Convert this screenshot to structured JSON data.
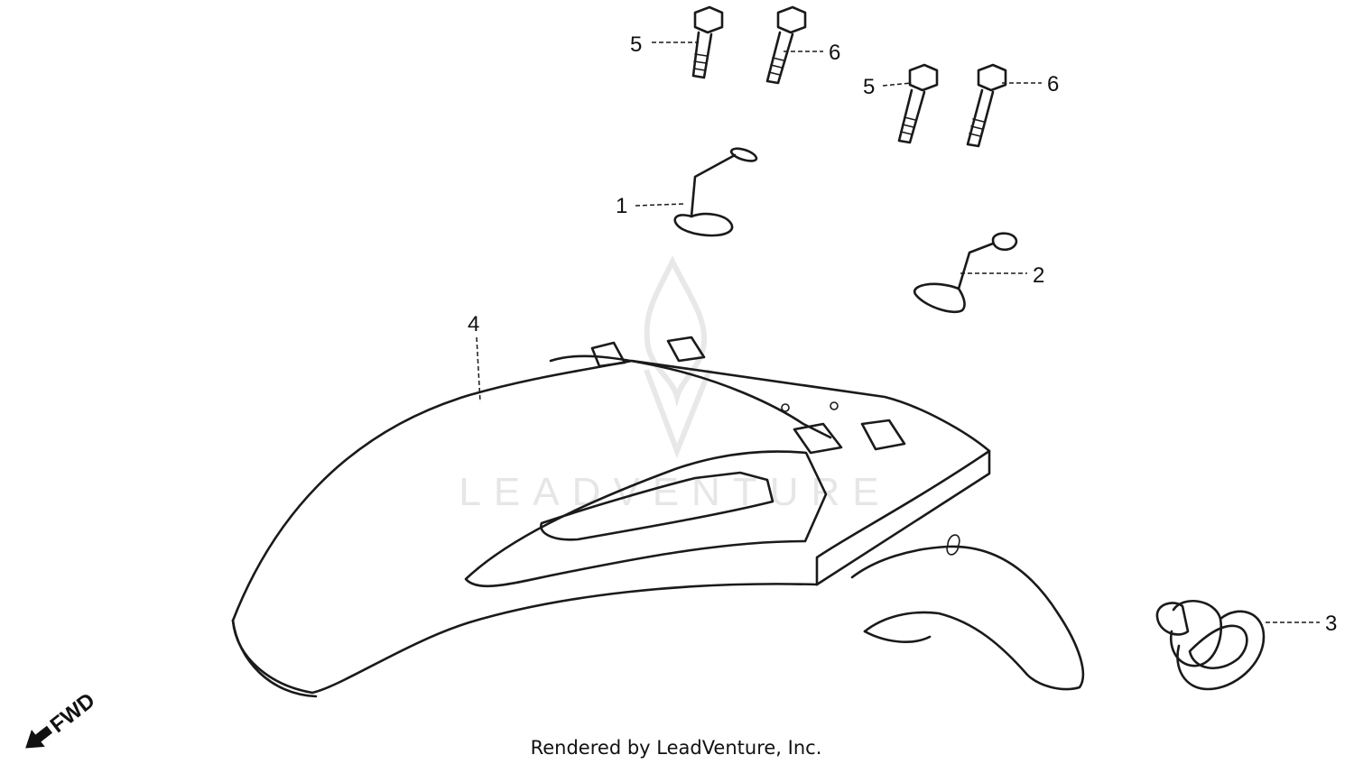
{
  "diagram": {
    "footer": "Rendered by LeadVenture, Inc.",
    "watermark": "LEADVENTURE",
    "direction_label": "FWD",
    "callouts": [
      {
        "id": "c1",
        "label": "1"
      },
      {
        "id": "c2",
        "label": "2"
      },
      {
        "id": "c3",
        "label": "3"
      },
      {
        "id": "c4",
        "label": "4"
      },
      {
        "id": "c5a",
        "label": "5"
      },
      {
        "id": "c5b",
        "label": "5"
      },
      {
        "id": "c6a",
        "label": "6"
      },
      {
        "id": "c6b",
        "label": "6"
      }
    ]
  },
  "colors": {
    "line": "#1a1a1a",
    "watermark": "#e6e6e6",
    "background": "#ffffff"
  }
}
